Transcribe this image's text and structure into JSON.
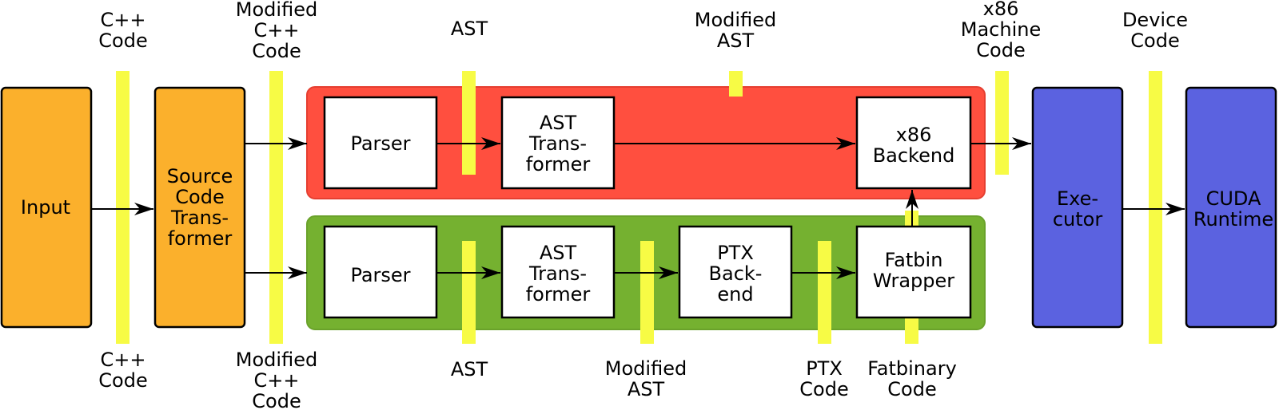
{
  "colors": {
    "input": "#fbb02c",
    "transformer": "#fbb02c",
    "cpu_lane": "#ff4f3f",
    "gpu_lane": "#75b130",
    "executor": "#5b62e0",
    "runtime": "#5b62e0",
    "marker": "#f7fb45",
    "box_fill": "#ffffff",
    "stroke": "#000000"
  },
  "blocks": {
    "input": {
      "lines": [
        "Input"
      ]
    },
    "source_transformer": {
      "lines": [
        "Source",
        "Code",
        "Trans-",
        "former"
      ]
    },
    "executor": {
      "lines": [
        "Exe-",
        "cutor"
      ]
    },
    "cuda_runtime": {
      "lines": [
        "CUDA",
        "Runtime"
      ]
    }
  },
  "cpu_pipeline": {
    "parser": {
      "lines": [
        "Parser"
      ]
    },
    "ast_transformer": {
      "lines": [
        "AST",
        "Trans-",
        "former"
      ]
    },
    "x86_backend": {
      "lines": [
        "x86",
        "Backend"
      ]
    }
  },
  "gpu_pipeline": {
    "parser": {
      "lines": [
        "Parser"
      ]
    },
    "ast_transformer": {
      "lines": [
        "AST",
        "Trans-",
        "former"
      ]
    },
    "ptx_backend": {
      "lines": [
        "PTX",
        "Back-",
        "end"
      ]
    },
    "fatbin_wrapper": {
      "lines": [
        "Fatbin",
        "Wrapper"
      ]
    }
  },
  "labels_top": {
    "cpp_code": [
      "C++",
      "Code"
    ],
    "modified_cpp_code": [
      "Modified",
      "C++",
      "Code"
    ],
    "ast": [
      "AST"
    ],
    "modified_ast": [
      "Modified",
      "AST"
    ],
    "x86_machine_code": [
      "x86",
      "Machine",
      "Code"
    ],
    "device_code": [
      "Device",
      "Code"
    ]
  },
  "labels_bottom": {
    "cpp_code": [
      "C++",
      "Code"
    ],
    "modified_cpp_code": [
      "Modified",
      "C++",
      "Code"
    ],
    "ast": [
      "AST"
    ],
    "modified_ast": [
      "Modified",
      "AST"
    ],
    "ptx_code": [
      "PTX",
      "Code"
    ],
    "fatbinary_code": [
      "Fatbinary",
      "Code"
    ]
  }
}
